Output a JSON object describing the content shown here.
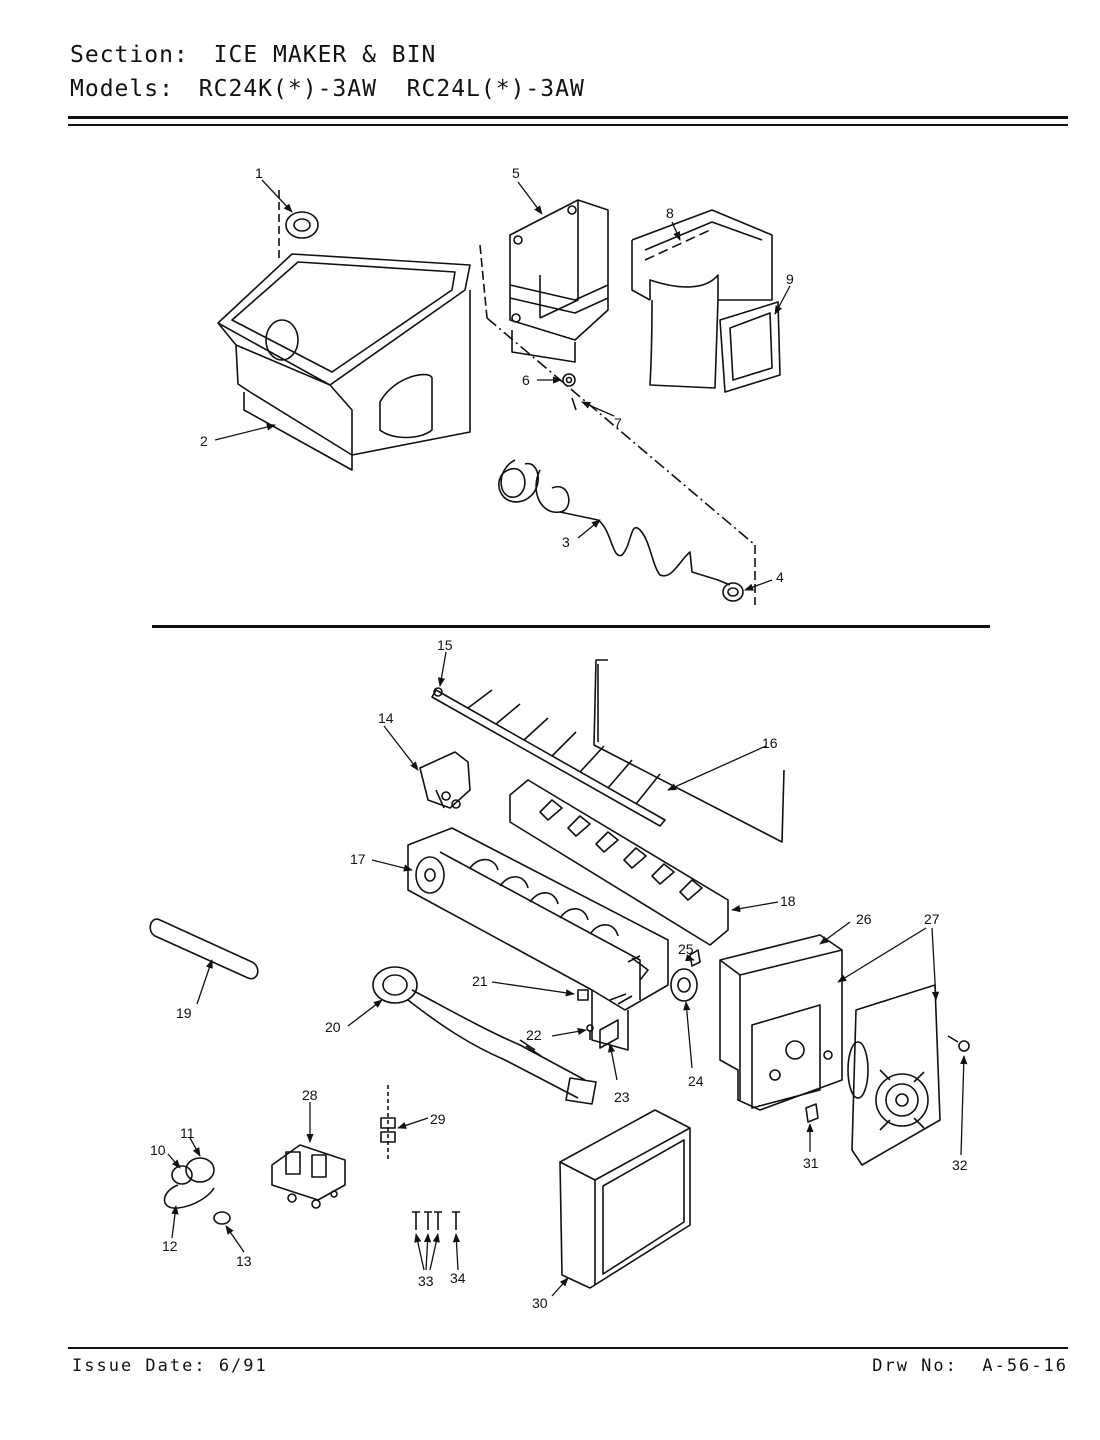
{
  "header": {
    "section_label": "Section:",
    "section_value": "ICE MAKER & BIN",
    "models_label": "Models:",
    "models_value": "RC24K(*)-3AW  RC24L(*)-3AW"
  },
  "footer": {
    "issue_date": "Issue Date: 6/91",
    "drawing_number": "Drw No:  A-56-16"
  },
  "callouts": [
    "1",
    "2",
    "3",
    "4",
    "5",
    "6",
    "7",
    "8",
    "9",
    "10",
    "11",
    "12",
    "13",
    "14",
    "15",
    "16",
    "17",
    "18",
    "19",
    "20",
    "21",
    "22",
    "23",
    "24",
    "25",
    "26",
    "27",
    "28",
    "29",
    "30",
    "31",
    "32",
    "33",
    "34"
  ]
}
